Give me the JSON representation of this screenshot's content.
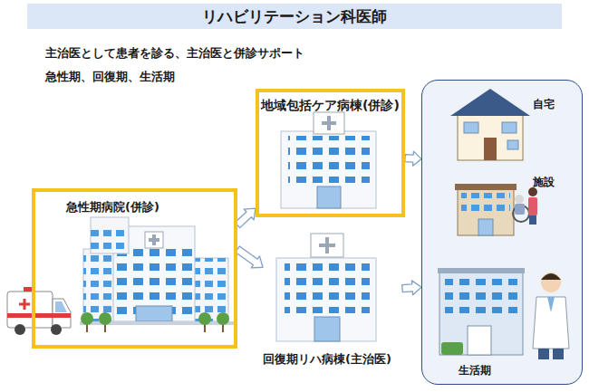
{
  "diagram": {
    "title": "リハビリテーション科医師",
    "nodes": [
      {
        "text": [
          "急性期病院(併診)"
        ]
      },
      {
        "text": [
          "地域包括ケア病棟(併診)"
        ]
      },
      {
        "text": [
          "回復期リハ病棟(主治医)"
        ]
      },
      {
        "text": [
          "自宅",
          "施設",
          "生活期"
        ]
      }
    ],
    "edges": [
      {
        "from": 0,
        "to": 1,
        "arrow": "to"
      },
      {
        "from": 0,
        "to": 2,
        "arrow": "to"
      },
      {
        "from": 1,
        "to": 3,
        "arrow": "to"
      },
      {
        "from": 2,
        "to": 3,
        "arrow": "to"
      }
    ],
    "labels": [
      "主治医として患者を診る、主治医と併診サポート",
      "急性期、回復期、生活期"
    ]
  }
}
